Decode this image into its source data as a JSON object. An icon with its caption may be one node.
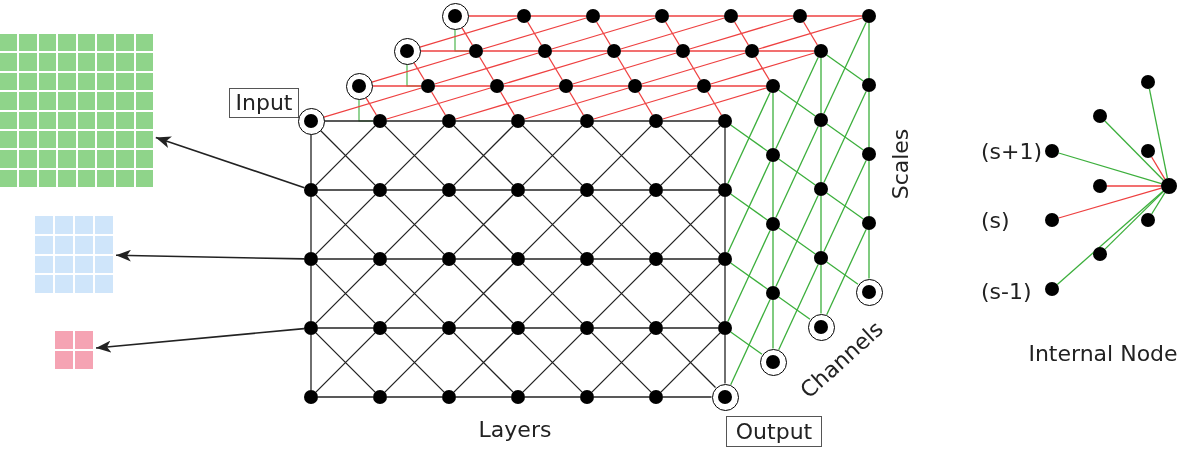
{
  "diagram": {
    "nodes": [
      {
        "text": [],
        "shape": "grid"
      },
      {
        "text": [],
        "shape": "grid"
      },
      {
        "text": [],
        "shape": "grid"
      },
      {
        "text": [
          "Input"
        ]
      },
      {
        "text": [],
        "shape": "target"
      },
      {
        "text": [],
        "shape": "circle"
      },
      {
        "text": [],
        "shape": "circle"
      },
      {
        "text": [],
        "shape": "circle"
      },
      {
        "text": [],
        "shape": "circle"
      },
      {
        "text": [],
        "shape": "circle"
      },
      {
        "text": [],
        "shape": "circle"
      },
      {
        "text": [],
        "shape": "circle"
      },
      {
        "text": [],
        "shape": "circle"
      },
      {
        "text": [],
        "shape": "circle"
      },
      {
        "text": [],
        "shape": "circle"
      },
      {
        "text": [],
        "shape": "circle"
      },
      {
        "text": [],
        "shape": "circle"
      },
      {
        "text": [],
        "shape": "circle"
      },
      {
        "text": [],
        "shape": "circle"
      },
      {
        "text": [],
        "shape": "circle"
      },
      {
        "text": [],
        "shape": "circle"
      },
      {
        "text": [],
        "shape": "circle"
      },
      {
        "text": [],
        "shape": "circle"
      },
      {
        "text": [],
        "shape": "circle"
      },
      {
        "text": [],
        "shape": "circle"
      },
      {
        "text": [],
        "shape": "circle"
      },
      {
        "text": [],
        "shape": "circle"
      },
      {
        "text": [],
        "shape": "circle"
      },
      {
        "text": [],
        "shape": "circle"
      },
      {
        "text": [],
        "shape": "circle"
      },
      {
        "text": [],
        "shape": "circle"
      },
      {
        "text": [],
        "shape": "circle"
      },
      {
        "text": [],
        "shape": "circle"
      },
      {
        "text": [],
        "shape": "circle"
      },
      {
        "text": [],
        "shape": "circle"
      },
      {
        "text": [],
        "shape": "circle"
      },
      {
        "text": [],
        "shape": "circle"
      },
      {
        "text": [],
        "shape": "circle"
      },
      {
        "text": [],
        "shape": "target"
      },
      {
        "text": [],
        "shape": "target"
      },
      {
        "text": [],
        "shape": "circle"
      },
      {
        "text": [],
        "shape": "circle"
      },
      {
        "text": [],
        "shape": "circle"
      },
      {
        "text": [],
        "shape": "circle"
      },
      {
        "text": [],
        "shape": "circle"
      },
      {
        "text": [],
        "shape": "circle"
      },
      {
        "text": [],
        "shape": "target"
      },
      {
        "text": [],
        "shape": "circle"
      },
      {
        "text": [],
        "shape": "circle"
      },
      {
        "text": [],
        "shape": "circle"
      },
      {
        "text": [],
        "shape": "circle"
      },
      {
        "text": [],
        "shape": "circle"
      },
      {
        "text": [],
        "shape": "circle"
      },
      {
        "text": [],
        "shape": "target"
      },
      {
        "text": [],
        "shape": "circle"
      },
      {
        "text": [],
        "shape": "circle"
      },
      {
        "text": [],
        "shape": "circle"
      },
      {
        "text": [],
        "shape": "circle"
      },
      {
        "text": [],
        "shape": "circle"
      },
      {
        "text": [],
        "shape": "circle"
      },
      {
        "text": [],
        "shape": "circle"
      },
      {
        "text": [],
        "shape": "circle"
      },
      {
        "text": [],
        "shape": "circle"
      },
      {
        "text": [],
        "shape": "target"
      },
      {
        "text": [],
        "shape": "circle"
      },
      {
        "text": [],
        "shape": "circle"
      },
      {
        "text": [],
        "shape": "circle"
      },
      {
        "text": [],
        "shape": "target"
      },
      {
        "text": [],
        "shape": "circle"
      },
      {
        "text": [],
        "shape": "circle"
      },
      {
        "text": [],
        "shape": "circle"
      },
      {
        "text": [],
        "shape": "target"
      },
      {
        "text": [
          "Output"
        ]
      },
      {
        "text": [],
        "shape": "circle"
      },
      {
        "text": [],
        "shape": "circle"
      },
      {
        "text": [],
        "shape": "circle"
      },
      {
        "text": [],
        "shape": "circle"
      },
      {
        "text": [],
        "shape": "circle"
      },
      {
        "text": [],
        "shape": "circle"
      },
      {
        "text": [],
        "shape": "circle"
      },
      {
        "text": [],
        "shape": "circle"
      },
      {
        "text": [],
        "shape": "circle"
      },
      {
        "text": [],
        "shape": "circle"
      }
    ],
    "edges": [
      {
        "from": 4,
        "to": 5,
        "arrow": "none"
      },
      {
        "from": 5,
        "to": 6,
        "arrow": "none"
      },
      {
        "from": 6,
        "to": 7,
        "arrow": "none"
      },
      {
        "from": 7,
        "to": 8,
        "arrow": "none"
      },
      {
        "from": 8,
        "to": 9,
        "arrow": "none"
      },
      {
        "from": 9,
        "to": 10,
        "arrow": "none"
      },
      {
        "from": 11,
        "to": 12,
        "arrow": "none"
      },
      {
        "from": 12,
        "to": 13,
        "arrow": "none"
      },
      {
        "from": 13,
        "to": 14,
        "arrow": "none"
      },
      {
        "from": 14,
        "to": 15,
        "arrow": "none"
      },
      {
        "from": 15,
        "to": 16,
        "arrow": "none"
      },
      {
        "from": 16,
        "to": 17,
        "arrow": "none"
      },
      {
        "from": 18,
        "to": 19,
        "arrow": "none"
      },
      {
        "from": 19,
        "to": 20,
        "arrow": "none"
      },
      {
        "from": 20,
        "to": 21,
        "arrow": "none"
      },
      {
        "from": 21,
        "to": 22,
        "arrow": "none"
      },
      {
        "from": 22,
        "to": 23,
        "arrow": "none"
      },
      {
        "from": 23,
        "to": 24,
        "arrow": "none"
      },
      {
        "from": 25,
        "to": 26,
        "arrow": "none"
      },
      {
        "from": 26,
        "to": 27,
        "arrow": "none"
      },
      {
        "from": 27,
        "to": 28,
        "arrow": "none"
      },
      {
        "from": 28,
        "to": 29,
        "arrow": "none"
      },
      {
        "from": 29,
        "to": 30,
        "arrow": "none"
      },
      {
        "from": 30,
        "to": 31,
        "arrow": "none"
      },
      {
        "from": 32,
        "to": 33,
        "arrow": "none"
      },
      {
        "from": 33,
        "to": 34,
        "arrow": "none"
      },
      {
        "from": 34,
        "to": 35,
        "arrow": "none"
      },
      {
        "from": 35,
        "to": 36,
        "arrow": "none"
      },
      {
        "from": 36,
        "to": 37,
        "arrow": "none"
      },
      {
        "from": 37,
        "to": 38,
        "arrow": "none"
      },
      {
        "from": 4,
        "to": 11,
        "arrow": "none"
      },
      {
        "from": 11,
        "to": 18,
        "arrow": "none"
      },
      {
        "from": 18,
        "to": 25,
        "arrow": "none"
      },
      {
        "from": 25,
        "to": 32,
        "arrow": "none"
      },
      {
        "from": 10,
        "to": 17,
        "arrow": "none"
      },
      {
        "from": 17,
        "to": 24,
        "arrow": "none"
      },
      {
        "from": 24,
        "to": 31,
        "arrow": "none"
      },
      {
        "from": 31,
        "to": 38,
        "arrow": "none"
      },
      {
        "from": 4,
        "to": 12,
        "arrow": "none"
      },
      {
        "from": 5,
        "to": 13,
        "arrow": "none"
      },
      {
        "from": 6,
        "to": 14,
        "arrow": "none"
      },
      {
        "from": 7,
        "to": 15,
        "arrow": "none"
      },
      {
        "from": 8,
        "to": 16,
        "arrow": "none"
      },
      {
        "from": 9,
        "to": 17,
        "arrow": "none"
      },
      {
        "from": 11,
        "to": 19,
        "arrow": "none"
      },
      {
        "from": 12,
        "to": 20,
        "arrow": "none"
      },
      {
        "from": 13,
        "to": 21,
        "arrow": "none"
      },
      {
        "from": 14,
        "to": 22,
        "arrow": "none"
      },
      {
        "from": 15,
        "to": 23,
        "arrow": "none"
      },
      {
        "from": 16,
        "to": 24,
        "arrow": "none"
      },
      {
        "from": 18,
        "to": 26,
        "arrow": "none"
      },
      {
        "from": 19,
        "to": 27,
        "arrow": "none"
      },
      {
        "from": 20,
        "to": 28,
        "arrow": "none"
      },
      {
        "from": 21,
        "to": 29,
        "arrow": "none"
      },
      {
        "from": 22,
        "to": 30,
        "arrow": "none"
      },
      {
        "from": 23,
        "to": 31,
        "arrow": "none"
      },
      {
        "from": 25,
        "to": 33,
        "arrow": "none"
      },
      {
        "from": 26,
        "to": 34,
        "arrow": "none"
      },
      {
        "from": 27,
        "to": 35,
        "arrow": "none"
      },
      {
        "from": 28,
        "to": 36,
        "arrow": "none"
      },
      {
        "from": 29,
        "to": 37,
        "arrow": "none"
      },
      {
        "from": 30,
        "to": 38,
        "arrow": "none"
      },
      {
        "from": 5,
        "to": 11,
        "arrow": "none"
      },
      {
        "from": 6,
        "to": 12,
        "arrow": "none"
      },
      {
        "from": 7,
        "to": 13,
        "arrow": "none"
      },
      {
        "from": 8,
        "to": 14,
        "arrow": "none"
      },
      {
        "from": 9,
        "to": 15,
        "arrow": "none"
      },
      {
        "from": 10,
        "to": 16,
        "arrow": "none"
      },
      {
        "from": 12,
        "to": 18,
        "arrow": "none"
      },
      {
        "from": 13,
        "to": 19,
        "arrow": "none"
      },
      {
        "from": 14,
        "to": 20,
        "arrow": "none"
      },
      {
        "from": 15,
        "to": 21,
        "arrow": "none"
      },
      {
        "from": 16,
        "to": 22,
        "arrow": "none"
      },
      {
        "from": 17,
        "to": 23,
        "arrow": "none"
      },
      {
        "from": 19,
        "to": 25,
        "arrow": "none"
      },
      {
        "from": 20,
        "to": 26,
        "arrow": "none"
      },
      {
        "from": 21,
        "to": 27,
        "arrow": "none"
      },
      {
        "from": 22,
        "to": 28,
        "arrow": "none"
      },
      {
        "from": 23,
        "to": 29,
        "arrow": "none"
      },
      {
        "from": 24,
        "to": 30,
        "arrow": "none"
      },
      {
        "from": 26,
        "to": 32,
        "arrow": "none"
      },
      {
        "from": 27,
        "to": 33,
        "arrow": "none"
      },
      {
        "from": 28,
        "to": 34,
        "arrow": "none"
      },
      {
        "from": 29,
        "to": 35,
        "arrow": "none"
      },
      {
        "from": 30,
        "to": 36,
        "arrow": "none"
      },
      {
        "from": 31,
        "to": 37,
        "arrow": "none"
      },
      {
        "from": 39,
        "to": 40,
        "arrow": "none",
        "color": "#ee4040"
      },
      {
        "from": 40,
        "to": 41,
        "arrow": "none",
        "color": "#ee4040"
      },
      {
        "from": 41,
        "to": 42,
        "arrow": "none",
        "color": "#ee4040"
      },
      {
        "from": 42,
        "to": 43,
        "arrow": "none",
        "color": "#ee4040"
      },
      {
        "from": 43,
        "to": 44,
        "arrow": "none",
        "color": "#ee4040"
      },
      {
        "from": 44,
        "to": 45,
        "arrow": "none",
        "color": "#ee4040"
      },
      {
        "from": 46,
        "to": 47,
        "arrow": "none",
        "color": "#ee4040"
      },
      {
        "from": 47,
        "to": 48,
        "arrow": "none",
        "color": "#ee4040"
      },
      {
        "from": 48,
        "to": 49,
        "arrow": "none",
        "color": "#ee4040"
      },
      {
        "from": 49,
        "to": 50,
        "arrow": "none",
        "color": "#ee4040"
      },
      {
        "from": 50,
        "to": 51,
        "arrow": "none",
        "color": "#ee4040"
      },
      {
        "from": 51,
        "to": 52,
        "arrow": "none",
        "color": "#ee4040"
      },
      {
        "from": 53,
        "to": 54,
        "arrow": "none",
        "color": "#ee4040"
      },
      {
        "from": 54,
        "to": 55,
        "arrow": "none",
        "color": "#ee4040"
      },
      {
        "from": 55,
        "to": 56,
        "arrow": "none",
        "color": "#ee4040"
      },
      {
        "from": 56,
        "to": 57,
        "arrow": "none",
        "color": "#ee4040"
      },
      {
        "from": 57,
        "to": 58,
        "arrow": "none",
        "color": "#ee4040"
      },
      {
        "from": 58,
        "to": 59,
        "arrow": "none",
        "color": "#ee4040"
      },
      {
        "from": 39,
        "to": 5,
        "arrow": "none",
        "color": "#ee4040"
      },
      {
        "from": 40,
        "to": 6,
        "arrow": "none",
        "color": "#ee4040"
      },
      {
        "from": 41,
        "to": 7,
        "arrow": "none",
        "color": "#ee4040"
      },
      {
        "from": 42,
        "to": 8,
        "arrow": "none",
        "color": "#ee4040"
      },
      {
        "from": 43,
        "to": 9,
        "arrow": "none",
        "color": "#ee4040"
      },
      {
        "from": 44,
        "to": 10,
        "arrow": "none",
        "color": "#ee4040"
      },
      {
        "from": 46,
        "to": 40,
        "arrow": "none",
        "color": "#ee4040"
      },
      {
        "from": 47,
        "to": 41,
        "arrow": "none",
        "color": "#ee4040"
      },
      {
        "from": 48,
        "to": 42,
        "arrow": "none",
        "color": "#ee4040"
      },
      {
        "from": 49,
        "to": 43,
        "arrow": "none",
        "color": "#ee4040"
      },
      {
        "from": 50,
        "to": 44,
        "arrow": "none",
        "color": "#ee4040"
      },
      {
        "from": 51,
        "to": 45,
        "arrow": "none",
        "color": "#ee4040"
      },
      {
        "from": 53,
        "to": 47,
        "arrow": "none",
        "color": "#ee4040"
      },
      {
        "from": 54,
        "to": 48,
        "arrow": "none",
        "color": "#ee4040"
      },
      {
        "from": 55,
        "to": 49,
        "arrow": "none",
        "color": "#ee4040"
      },
      {
        "from": 56,
        "to": 50,
        "arrow": "none",
        "color": "#ee4040"
      },
      {
        "from": 57,
        "to": 51,
        "arrow": "none",
        "color": "#ee4040"
      },
      {
        "from": 58,
        "to": 52,
        "arrow": "none",
        "color": "#ee4040"
      },
      {
        "from": 4,
        "to": 40,
        "arrow": "none",
        "color": "#ee4040"
      },
      {
        "from": 5,
        "to": 41,
        "arrow": "none",
        "color": "#ee4040"
      },
      {
        "from": 6,
        "to": 42,
        "arrow": "none",
        "color": "#ee4040"
      },
      {
        "from": 7,
        "to": 43,
        "arrow": "none",
        "color": "#ee4040"
      },
      {
        "from": 8,
        "to": 44,
        "arrow": "none",
        "color": "#ee4040"
      },
      {
        "from": 9,
        "to": 45,
        "arrow": "none",
        "color": "#ee4040"
      },
      {
        "from": 39,
        "to": 47,
        "arrow": "none",
        "color": "#ee4040"
      },
      {
        "from": 40,
        "to": 48,
        "arrow": "none",
        "color": "#ee4040"
      },
      {
        "from": 41,
        "to": 49,
        "arrow": "none",
        "color": "#ee4040"
      },
      {
        "from": 42,
        "to": 50,
        "arrow": "none",
        "color": "#ee4040"
      },
      {
        "from": 43,
        "to": 51,
        "arrow": "none",
        "color": "#ee4040"
      },
      {
        "from": 44,
        "to": 52,
        "arrow": "none",
        "color": "#ee4040"
      },
      {
        "from": 46,
        "to": 54,
        "arrow": "none",
        "color": "#ee4040"
      },
      {
        "from": 47,
        "to": 55,
        "arrow": "none",
        "color": "#ee4040"
      },
      {
        "from": 48,
        "to": 56,
        "arrow": "none",
        "color": "#ee4040"
      },
      {
        "from": 49,
        "to": 57,
        "arrow": "none",
        "color": "#ee4040"
      },
      {
        "from": 50,
        "to": 58,
        "arrow": "none",
        "color": "#ee4040"
      },
      {
        "from": 51,
        "to": 59,
        "arrow": "none",
        "color": "#ee4040"
      },
      {
        "from": 39,
        "to": 5,
        "arrow": "none",
        "color": "#3caf3c"
      },
      {
        "from": 46,
        "to": 40,
        "arrow": "none",
        "color": "#3caf3c"
      },
      {
        "from": 53,
        "to": 47,
        "arrow": "none",
        "color": "#3caf3c"
      },
      {
        "from": 45,
        "to": 60,
        "arrow": "none",
        "color": "#3caf3c"
      },
      {
        "from": 60,
        "to": 61,
        "arrow": "none",
        "color": "#3caf3c"
      },
      {
        "from": 61,
        "to": 62,
        "arrow": "none",
        "color": "#3caf3c"
      },
      {
        "from": 62,
        "to": 63,
        "arrow": "none",
        "color": "#3caf3c"
      },
      {
        "from": 52,
        "to": 64,
        "arrow": "none",
        "color": "#3caf3c"
      },
      {
        "from": 64,
        "to": 65,
        "arrow": "none",
        "color": "#3caf3c"
      },
      {
        "from": 65,
        "to": 66,
        "arrow": "none",
        "color": "#3caf3c"
      },
      {
        "from": 66,
        "to": 67,
        "arrow": "none",
        "color": "#3caf3c"
      },
      {
        "from": 59,
        "to": 68,
        "arrow": "none",
        "color": "#3caf3c"
      },
      {
        "from": 68,
        "to": 69,
        "arrow": "none",
        "color": "#3caf3c"
      },
      {
        "from": 69,
        "to": 70,
        "arrow": "none",
        "color": "#3caf3c"
      },
      {
        "from": 70,
        "to": 71,
        "arrow": "none",
        "color": "#3caf3c"
      },
      {
        "from": 10,
        "to": 60,
        "arrow": "none",
        "color": "#3caf3c"
      },
      {
        "from": 17,
        "to": 61,
        "arrow": "none",
        "color": "#3caf3c"
      },
      {
        "from": 24,
        "to": 62,
        "arrow": "none",
        "color": "#3caf3c"
      },
      {
        "from": 31,
        "to": 63,
        "arrow": "none",
        "color": "#3caf3c"
      },
      {
        "from": 45,
        "to": 64,
        "arrow": "none",
        "color": "#3caf3c"
      },
      {
        "from": 60,
        "to": 65,
        "arrow": "none",
        "color": "#3caf3c"
      },
      {
        "from": 61,
        "to": 66,
        "arrow": "none",
        "color": "#3caf3c"
      },
      {
        "from": 62,
        "to": 67,
        "arrow": "none",
        "color": "#3caf3c"
      },
      {
        "from": 52,
        "to": 68,
        "arrow": "none",
        "color": "#3caf3c"
      },
      {
        "from": 64,
        "to": 69,
        "arrow": "none",
        "color": "#3caf3c"
      },
      {
        "from": 65,
        "to": 70,
        "arrow": "none",
        "color": "#3caf3c"
      },
      {
        "from": 66,
        "to": 71,
        "arrow": "none",
        "color": "#3caf3c"
      },
      {
        "from": 17,
        "to": 45,
        "arrow": "none",
        "color": "#3caf3c"
      },
      {
        "from": 24,
        "to": 60,
        "arrow": "none",
        "color": "#3caf3c"
      },
      {
        "from": 31,
        "to": 61,
        "arrow": "none",
        "color": "#3caf3c"
      },
      {
        "from": 38,
        "to": 62,
        "arrow": "none",
        "color": "#3caf3c"
      },
      {
        "from": 60,
        "to": 52,
        "arrow": "none",
        "color": "#3caf3c"
      },
      {
        "from": 61,
        "to": 64,
        "arrow": "none",
        "color": "#3caf3c"
      },
      {
        "from": 62,
        "to": 65,
        "arrow": "none",
        "color": "#3caf3c"
      },
      {
        "from": 63,
        "to": 66,
        "arrow": "none",
        "color": "#3caf3c"
      },
      {
        "from": 64,
        "to": 59,
        "arrow": "none",
        "color": "#3caf3c"
      },
      {
        "from": 65,
        "to": 68,
        "arrow": "none",
        "color": "#3caf3c"
      },
      {
        "from": 66,
        "to": 69,
        "arrow": "none",
        "color": "#3caf3c"
      },
      {
        "from": 67,
        "to": 70,
        "arrow": "none",
        "color": "#3caf3c"
      },
      {
        "from": 11,
        "to": 0,
        "arrow": "to"
      },
      {
        "from": 18,
        "to": 1,
        "arrow": "to"
      },
      {
        "from": 25,
        "to": 2,
        "arrow": "to"
      },
      {
        "from": 73,
        "to": 78,
        "arrow": "none",
        "color": "#3caf3c"
      },
      {
        "from": 74,
        "to": 78,
        "arrow": "none",
        "color": "#3caf3c"
      },
      {
        "from": 75,
        "to": 78,
        "arrow": "none",
        "color": "#3caf3c"
      },
      {
        "from": 76,
        "to": 78,
        "arrow": "none",
        "color": "#ee4040"
      },
      {
        "from": 77,
        "to": 78,
        "arrow": "none",
        "color": "#ee4040"
      },
      {
        "from": 79,
        "to": 78,
        "arrow": "none",
        "color": "#ee4040"
      },
      {
        "from": 80,
        "to": 78,
        "arrow": "none",
        "color": "#3caf3c"
      },
      {
        "from": 81,
        "to": 78,
        "arrow": "none",
        "color": "#3caf3c"
      },
      {
        "from": 82,
        "to": 78,
        "arrow": "none",
        "color": "#3caf3c"
      }
    ],
    "labels": [
      "Scales",
      "(s+1)",
      "(s)",
      "(s-1)",
      "Channels",
      "Internal Node",
      "Layers"
    ]
  }
}
